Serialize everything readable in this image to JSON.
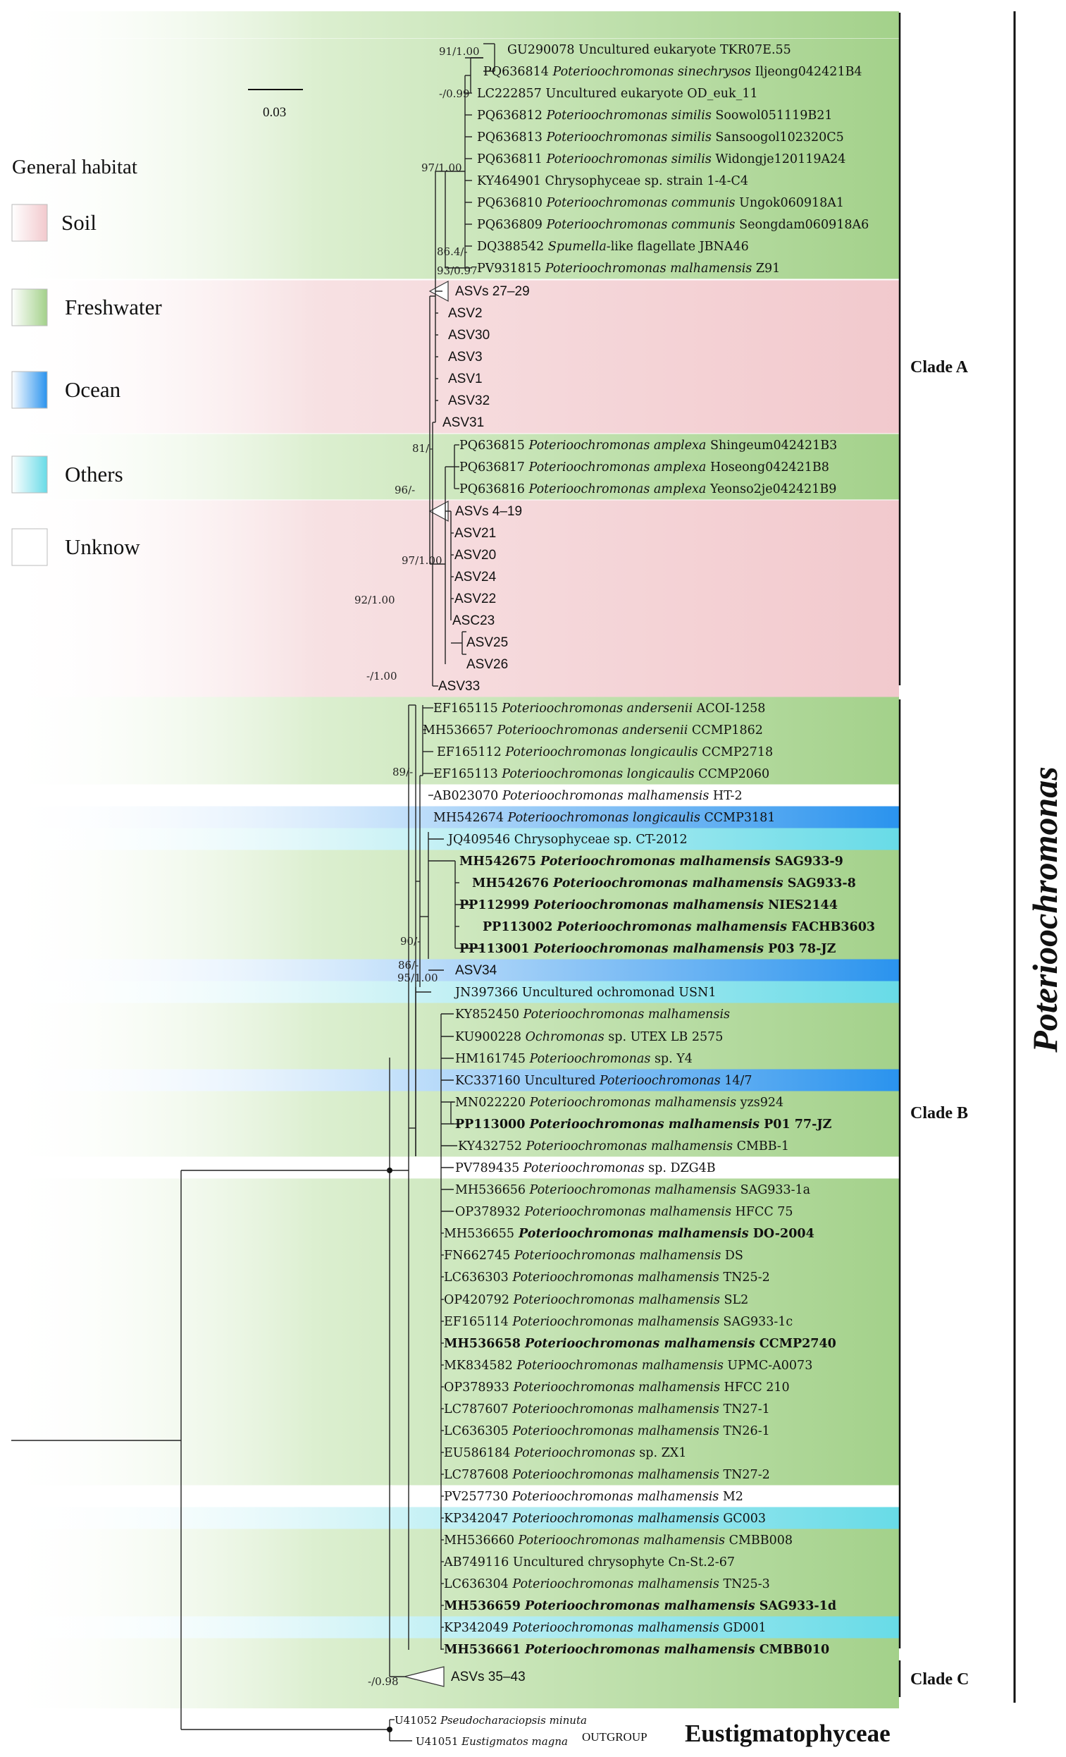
{
  "legend": {
    "title": "General habitat",
    "items": [
      {
        "key": "soil",
        "label": "Soil"
      },
      {
        "key": "freshwater",
        "label": "Freshwater"
      },
      {
        "key": "ocean",
        "label": "Ocean"
      },
      {
        "key": "others",
        "label": "Others"
      },
      {
        "key": "unknow",
        "label": "Unknow"
      }
    ]
  },
  "habitat_colors": {
    "soil": "#f3cdd0",
    "freshwater": "#a7d38f",
    "ocean": "#2e9cf0",
    "others": "#6fdde8",
    "unknow": "#ffffff"
  },
  "scale_bar": {
    "label": "0.03"
  },
  "clades": [
    {
      "name": "Clade A"
    },
    {
      "name": "Clade B"
    },
    {
      "name": "Clade C"
    }
  ],
  "genus_label": "Poterioochromonas",
  "outgroup": {
    "label": "OUTGROUP",
    "class_label": "Eustigmatophyceae"
  },
  "tips": [
    {
      "acc": "GU290078",
      "parts": [
        {
          "t": "Uncultured eukaryote TKR07E.55"
        }
      ],
      "habitat": "freshwater"
    },
    {
      "acc": "PQ636814",
      "parts": [
        {
          "t": "Poterioochromonas sinechrysos",
          "i": true
        },
        {
          "t": "Iljeong042421B4"
        }
      ],
      "habitat": "freshwater"
    },
    {
      "acc": "LC222857",
      "parts": [
        {
          "t": "Uncultured eukaryote OD_euk_11"
        }
      ],
      "habitat": "freshwater"
    },
    {
      "acc": "PQ636812",
      "parts": [
        {
          "t": "Poterioochromonas similis",
          "i": true
        },
        {
          "t": "Soowol051119B21"
        }
      ],
      "habitat": "freshwater"
    },
    {
      "acc": "PQ636813",
      "parts": [
        {
          "t": "Poterioochromonas similis",
          "i": true
        },
        {
          "t": "Sansoogol102320C5"
        }
      ],
      "habitat": "freshwater"
    },
    {
      "acc": "PQ636811",
      "parts": [
        {
          "t": "Poterioochromonas similis",
          "i": true
        },
        {
          "t": "Widongje120119A24"
        }
      ],
      "habitat": "freshwater"
    },
    {
      "acc": "KY464901",
      "parts": [
        {
          "t": "Chrysophyceae sp. strain 1-4-C4"
        }
      ],
      "habitat": "freshwater"
    },
    {
      "acc": "PQ636810",
      "parts": [
        {
          "t": "Poterioochromonas communis",
          "i": true
        },
        {
          "t": "Ungok060918A1"
        }
      ],
      "habitat": "freshwater"
    },
    {
      "acc": "PQ636809",
      "parts": [
        {
          "t": "Poterioochromonas communis",
          "i": true
        },
        {
          "t": "Seongdam060918A6"
        }
      ],
      "habitat": "freshwater"
    },
    {
      "acc": "DQ388542",
      "parts": [
        {
          "t": "Spumella",
          "i": true
        },
        {
          "t": "-like flagellate JBNA46",
          "nosp": true
        }
      ],
      "habitat": "freshwater"
    },
    {
      "acc": "PV931815",
      "parts": [
        {
          "t": "Poterioochromonas malhamensis",
          "i": true
        },
        {
          "t": " Z91"
        }
      ],
      "habitat": "freshwater"
    },
    {
      "acc": "",
      "asv": true,
      "collapsed": true,
      "parts": [
        {
          "t": "ASVs 27–29"
        }
      ],
      "habitat": "soil"
    },
    {
      "acc": "",
      "asv": true,
      "parts": [
        {
          "t": "ASV2"
        }
      ],
      "habitat": "soil"
    },
    {
      "acc": "",
      "asv": true,
      "parts": [
        {
          "t": "ASV30"
        }
      ],
      "habitat": "soil"
    },
    {
      "acc": "",
      "asv": true,
      "parts": [
        {
          "t": "ASV3"
        }
      ],
      "habitat": "soil"
    },
    {
      "acc": "",
      "asv": true,
      "parts": [
        {
          "t": "ASV1"
        }
      ],
      "habitat": "soil"
    },
    {
      "acc": "",
      "asv": true,
      "parts": [
        {
          "t": "ASV32"
        }
      ],
      "habitat": "soil"
    },
    {
      "acc": "",
      "asv": true,
      "parts": [
        {
          "t": "ASV31"
        }
      ],
      "habitat": "soil"
    },
    {
      "acc": "PQ636815",
      "parts": [
        {
          "t": "Poterioochromonas amplexa",
          "i": true
        },
        {
          "t": "Shingeum042421B3"
        }
      ],
      "habitat": "freshwater"
    },
    {
      "acc": "PQ636817",
      "parts": [
        {
          "t": "Poterioochromonas amplexa",
          "i": true
        },
        {
          "t": "Hoseong042421B8"
        }
      ],
      "habitat": "freshwater"
    },
    {
      "acc": "PQ636816",
      "parts": [
        {
          "t": "Poterioochromonas amplexa",
          "i": true
        },
        {
          "t": "Yeonso2je042421B9"
        }
      ],
      "habitat": "freshwater"
    },
    {
      "acc": "",
      "asv": true,
      "collapsed": true,
      "parts": [
        {
          "t": "ASVs 4–19"
        }
      ],
      "habitat": "soil"
    },
    {
      "acc": "",
      "asv": true,
      "parts": [
        {
          "t": "ASV21"
        }
      ],
      "habitat": "soil"
    },
    {
      "acc": "",
      "asv": true,
      "parts": [
        {
          "t": "ASV20"
        }
      ],
      "habitat": "soil"
    },
    {
      "acc": "",
      "asv": true,
      "parts": [
        {
          "t": "ASV24"
        }
      ],
      "habitat": "soil"
    },
    {
      "acc": "",
      "asv": true,
      "parts": [
        {
          "t": "ASV22"
        }
      ],
      "habitat": "soil"
    },
    {
      "acc": "",
      "asv": true,
      "parts": [
        {
          "t": "ASC23"
        }
      ],
      "habitat": "soil"
    },
    {
      "acc": "",
      "asv": true,
      "parts": [
        {
          "t": "ASV25"
        }
      ],
      "habitat": "soil"
    },
    {
      "acc": "",
      "asv": true,
      "parts": [
        {
          "t": "ASV26"
        }
      ],
      "habitat": "soil"
    },
    {
      "acc": "",
      "asv": true,
      "parts": [
        {
          "t": "ASV33"
        }
      ],
      "habitat": "soil"
    },
    {
      "acc": "EF165115",
      "parts": [
        {
          "t": "Poterioochromonas andersenii",
          "i": true
        },
        {
          "t": "ACOI-1258"
        }
      ],
      "habitat": "freshwater"
    },
    {
      "acc": "MH536657",
      "parts": [
        {
          "t": "Poterioochromonas andersenii",
          "i": true
        },
        {
          "t": "CCMP1862"
        }
      ],
      "habitat": "freshwater"
    },
    {
      "acc": "EF165112",
      "parts": [
        {
          "t": "Poterioochromonas longicaulis",
          "i": true
        },
        {
          "t": "CCMP2718"
        }
      ],
      "habitat": "freshwater"
    },
    {
      "acc": "EF165113",
      "parts": [
        {
          "t": "Poterioochromonas longicaulis",
          "i": true
        },
        {
          "t": "CCMP2060"
        }
      ],
      "habitat": "freshwater"
    },
    {
      "acc": "AB023070",
      "parts": [
        {
          "t": "Poterioochromonas malhamensis",
          "i": true
        },
        {
          "t": "HT-2"
        }
      ],
      "habitat": "unknow"
    },
    {
      "acc": "MH542674",
      "parts": [
        {
          "t": "Poterioochromonas longicaulis",
          "i": true
        },
        {
          "t": "CCMP3181"
        }
      ],
      "habitat": "ocean"
    },
    {
      "acc": "JQ409546",
      "parts": [
        {
          "t": "Chrysophyceae sp. CT-2012"
        }
      ],
      "habitat": "others"
    },
    {
      "acc": "MH542675",
      "bold": true,
      "parts": [
        {
          "t": "Poterioochromonas malhamensis",
          "i": true
        },
        {
          "t": "SAG933-9"
        }
      ],
      "habitat": "freshwater"
    },
    {
      "acc": "MH542676",
      "bold": true,
      "parts": [
        {
          "t": "Poterioochromonas malhamensis",
          "i": true
        },
        {
          "t": "SAG933-8"
        }
      ],
      "habitat": "freshwater"
    },
    {
      "acc": "PP112999",
      "bold": true,
      "parts": [
        {
          "t": "Poterioochromonas malhamensis",
          "i": true
        },
        {
          "t": "NIES2144"
        }
      ],
      "habitat": "freshwater"
    },
    {
      "acc": "PP113002",
      "bold": true,
      "parts": [
        {
          "t": "Poterioochromonas malhamensis",
          "i": true
        },
        {
          "t": "FACHB3603"
        }
      ],
      "habitat": "freshwater"
    },
    {
      "acc": "PP113001",
      "bold": true,
      "parts": [
        {
          "t": "Poterioochromonas malhamensis",
          "i": true
        },
        {
          "t": "P03 78-JZ"
        }
      ],
      "habitat": "freshwater"
    },
    {
      "acc": "",
      "asv": true,
      "parts": [
        {
          "t": "ASV34"
        }
      ],
      "habitat": "ocean"
    },
    {
      "acc": "JN397366",
      "parts": [
        {
          "t": "Uncultured ochromonad  USN1"
        }
      ],
      "habitat": "others"
    },
    {
      "acc": "KY852450",
      "parts": [
        {
          "t": "Poterioochromonas malhamensis",
          "i": true
        }
      ],
      "habitat": "freshwater"
    },
    {
      "acc": "KU900228",
      "parts": [
        {
          "t": "Ochromonas",
          "i": true
        },
        {
          "t": "sp. UTEX LB 2575"
        }
      ],
      "habitat": "freshwater"
    },
    {
      "acc": "HM161745",
      "parts": [
        {
          "t": "Poterioochromonas",
          "i": true
        },
        {
          "t": "sp. Y4"
        }
      ],
      "habitat": "freshwater"
    },
    {
      "acc": "KC337160",
      "parts": [
        {
          "t": "Uncultured"
        },
        {
          "t": "Poterioochromonas",
          "i": true
        },
        {
          "t": " 14/7"
        }
      ],
      "habitat": "ocean"
    },
    {
      "acc": "MN022220",
      "parts": [
        {
          "t": "Poterioochromonas malhamensis",
          "i": true
        },
        {
          "t": "yzs924"
        }
      ],
      "habitat": "freshwater"
    },
    {
      "acc": "PP113000",
      "bold": true,
      "parts": [
        {
          "t": "Poterioochromonas malhamensis",
          "i": true
        },
        {
          "t": "P01 77-JZ"
        }
      ],
      "habitat": "freshwater"
    },
    {
      "acc": "KY432752",
      "parts": [
        {
          "t": "Poterioochromonas malhamensis",
          "i": true
        },
        {
          "t": "CMBB-1"
        }
      ],
      "habitat": "freshwater"
    },
    {
      "acc": "PV789435",
      "parts": [
        {
          "t": "Poterioochromonas",
          "i": true
        },
        {
          "t": "sp.  DZG4B"
        }
      ],
      "habitat": "unknow"
    },
    {
      "acc": "MH536656",
      "parts": [
        {
          "t": "Poterioochromonas malhamensis",
          "i": true
        },
        {
          "t": "SAG933-1a"
        }
      ],
      "habitat": "freshwater"
    },
    {
      "acc": "OP378932",
      "parts": [
        {
          "t": "Poterioochromonas malhamensis",
          "i": true
        },
        {
          "t": "HFCC 75"
        }
      ],
      "habitat": "freshwater"
    },
    {
      "acc": "MH536655",
      "parts": [
        {
          "t": "Poterioochromonas malhamensis",
          "i": true,
          "b": true
        },
        {
          "t": "DO-2004",
          "b": true
        }
      ],
      "habitat": "freshwater"
    },
    {
      "acc": "FN662745",
      "parts": [
        {
          "t": "Poterioochromonas malhamensis",
          "i": true
        },
        {
          "t": "DS"
        }
      ],
      "habitat": "freshwater"
    },
    {
      "acc": "LC636303",
      "parts": [
        {
          "t": "Poterioochromonas malhamensis",
          "i": true
        },
        {
          "t": "TN25-2"
        }
      ],
      "habitat": "freshwater"
    },
    {
      "acc": "OP420792",
      "parts": [
        {
          "t": "Poterioochromonas malhamensis",
          "i": true
        },
        {
          "t": " SL2"
        }
      ],
      "habitat": "freshwater"
    },
    {
      "acc": "EF165114",
      "parts": [
        {
          "t": "Poterioochromonas malhamensis",
          "i": true
        },
        {
          "t": "SAG933-1c"
        }
      ],
      "habitat": "freshwater"
    },
    {
      "acc": "MH536658",
      "bold": true,
      "parts": [
        {
          "t": "Poterioochromonas malhamensis",
          "i": true
        },
        {
          "t": "CCMP2740"
        }
      ],
      "habitat": "freshwater"
    },
    {
      "acc": "MK834582",
      "parts": [
        {
          "t": "Poterioochromonas malhamensis",
          "i": true
        },
        {
          "t": "UPMC-A0073"
        }
      ],
      "habitat": "freshwater"
    },
    {
      "acc": "OP378933",
      "parts": [
        {
          "t": "Poterioochromonas malhamensis",
          "i": true
        },
        {
          "t": "HFCC 210"
        }
      ],
      "habitat": "freshwater"
    },
    {
      "acc": "LC787607",
      "parts": [
        {
          "t": "Poterioochromonas malhamensis",
          "i": true
        },
        {
          "t": "TN27-1"
        }
      ],
      "habitat": "freshwater"
    },
    {
      "acc": "LC636305",
      "parts": [
        {
          "t": "Poterioochromonas malhamensis",
          "i": true
        },
        {
          "t": "TN26-1"
        }
      ],
      "habitat": "freshwater"
    },
    {
      "acc": "EU586184",
      "parts": [
        {
          "t": "Poterioochromonas",
          "i": true
        },
        {
          "t": "sp. ZX1"
        }
      ],
      "habitat": "freshwater"
    },
    {
      "acc": "LC787608",
      "parts": [
        {
          "t": "Poterioochromonas malhamensis",
          "i": true
        },
        {
          "t": "TN27-2"
        }
      ],
      "habitat": "freshwater"
    },
    {
      "acc": "PV257730",
      "parts": [
        {
          "t": "Poterioochromonas malhamensis",
          "i": true
        },
        {
          "t": "M2"
        }
      ],
      "habitat": "unknow"
    },
    {
      "acc": "KP342047",
      "parts": [
        {
          "t": "Poterioochromonas malhamensis",
          "i": true
        },
        {
          "t": "GC003"
        }
      ],
      "habitat": "others"
    },
    {
      "acc": "MH536660",
      "parts": [
        {
          "t": "Poterioochromonas malhamensis",
          "i": true
        },
        {
          "t": "CMBB008"
        }
      ],
      "habitat": "freshwater"
    },
    {
      "acc": "AB749116",
      "parts": [
        {
          "t": "Uncultured chrysophyte Cn-St.2-67"
        }
      ],
      "habitat": "freshwater"
    },
    {
      "acc": "LC636304",
      "parts": [
        {
          "t": "Poterioochromonas malhamensis",
          "i": true
        },
        {
          "t": "TN25-3"
        }
      ],
      "habitat": "freshwater"
    },
    {
      "acc": "MH536659",
      "bold": true,
      "parts": [
        {
          "t": "Poterioochromonas malhamensis",
          "i": true
        },
        {
          "t": "SAG933-1d"
        }
      ],
      "habitat": "freshwater"
    },
    {
      "acc": "KP342049",
      "parts": [
        {
          "t": "Poterioochromonas malhamensis",
          "i": true
        },
        {
          "t": "GD001"
        }
      ],
      "habitat": "others"
    },
    {
      "acc": "MH536661",
      "bold": true,
      "parts": [
        {
          "t": "Poterioochromonas malhamensis",
          "i": true
        },
        {
          "t": "CMBB010"
        }
      ],
      "habitat": "freshwater"
    },
    {
      "acc": "",
      "asv": true,
      "collapsed": true,
      "parts": [
        {
          "t": "ASVs 35–43"
        }
      ],
      "habitat": "soil"
    },
    {
      "acc": "U41052",
      "outgroup": true,
      "parts": [
        {
          "t": "Pseudocharaciopsis minuta",
          "i": true
        }
      ],
      "habitat": "unknow"
    },
    {
      "acc": "U41051",
      "outgroup": true,
      "parts": [
        {
          "t": "Eustigmatos magna",
          "i": true
        }
      ],
      "habitat": "unknow"
    }
  ],
  "supports": [
    {
      "label": "91/1.00"
    },
    {
      "label": "-/0.99"
    },
    {
      "label": "97/1.00"
    },
    {
      "label": "86.4/-"
    },
    {
      "label": "93/0.97"
    },
    {
      "label": "81/-"
    },
    {
      "label": "96/-"
    },
    {
      "label": "97/1.00"
    },
    {
      "label": "92/1.00"
    },
    {
      "label": "-/1.00"
    },
    {
      "label": "89/-"
    },
    {
      "label": "90/-"
    },
    {
      "label": "86/-"
    },
    {
      "label": "95/1.00"
    },
    {
      "label": "-/0.98"
    }
  ]
}
